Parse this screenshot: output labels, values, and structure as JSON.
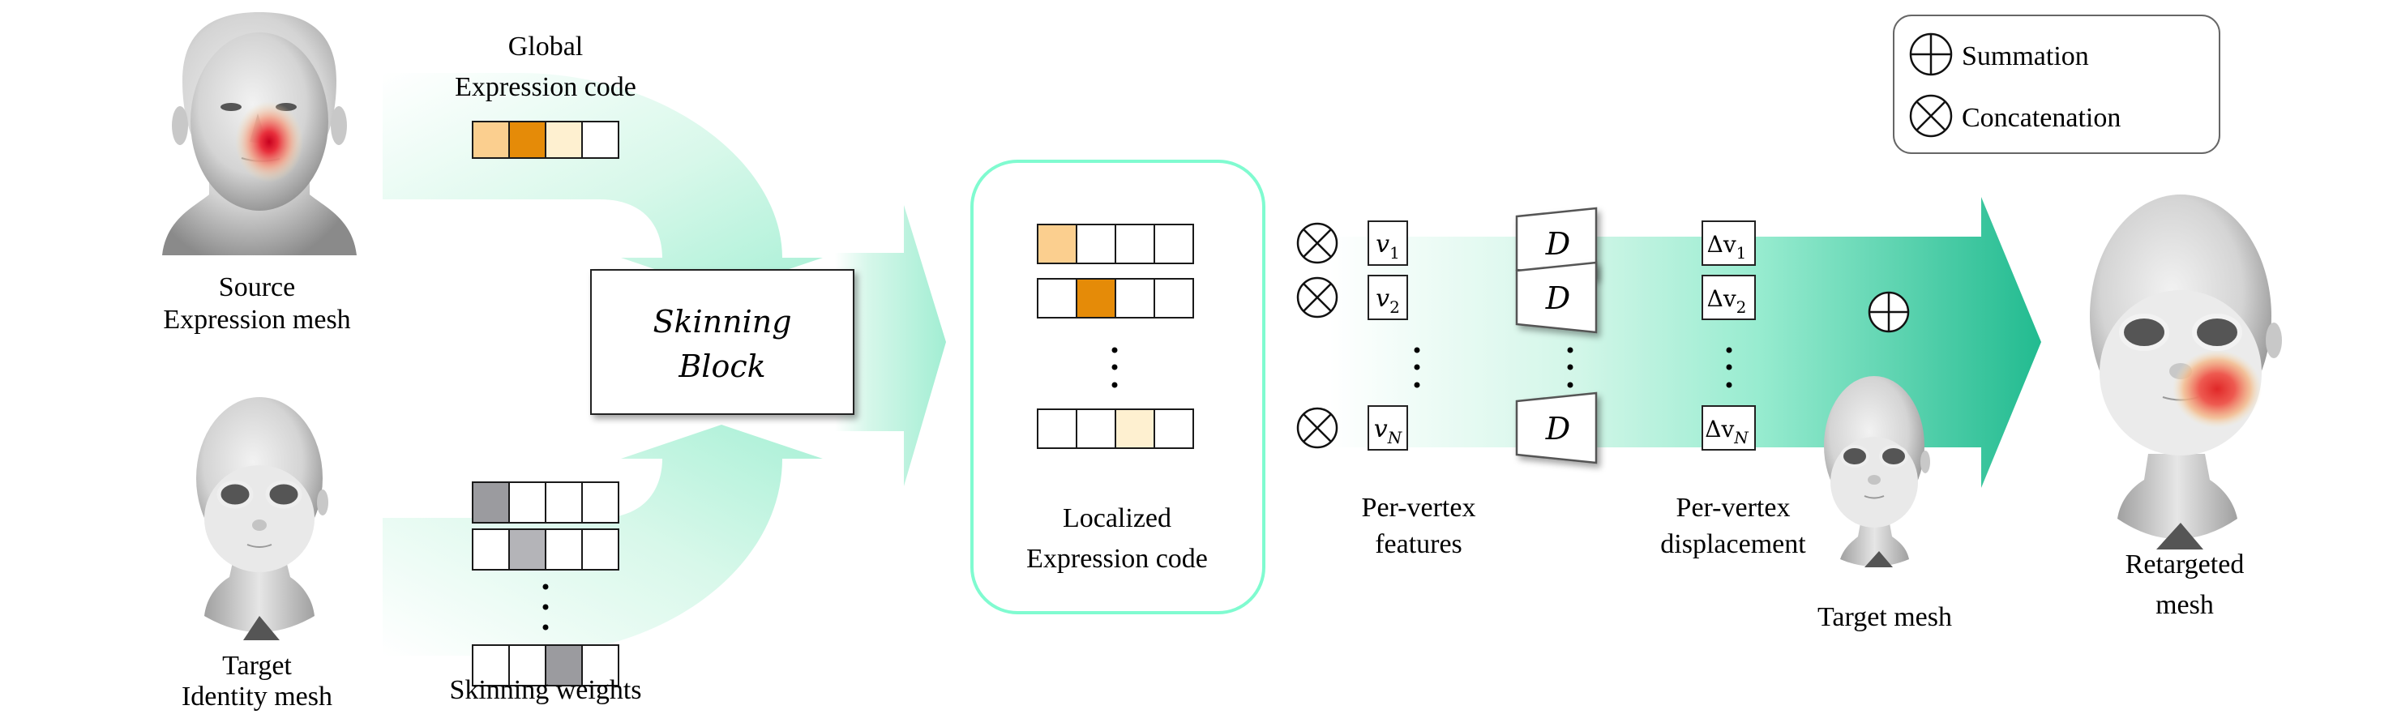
{
  "figure": {
    "source_mesh": {
      "label_line1": "Source",
      "label_line2": "Expression mesh",
      "heat_color": "#e0203a"
    },
    "target_identity_mesh": {
      "label_line1": "Target",
      "label_line2": "Identity mesh"
    },
    "global_code": {
      "label_line1": "Global",
      "label_line2": "Expression code",
      "cells": [
        "#fbcf8f",
        "#e58b08",
        "#fef0d0",
        "#ffffff"
      ]
    },
    "skinning_weights": {
      "label": "Skinning weights",
      "rows": [
        [
          "#9b9b9f",
          "#ffffff",
          "#ffffff",
          "#ffffff"
        ],
        [
          "#ffffff",
          "#b4b4b8",
          "#ffffff",
          "#ffffff"
        ],
        [
          "#ffffff",
          "#ffffff",
          "#9b9b9f",
          "#ffffff"
        ]
      ],
      "ellipsis": "⋮"
    },
    "skinning_block": {
      "line1": "Skinning",
      "line2": "Block"
    },
    "localized_code": {
      "label_line1": "Localized",
      "label_line2": "Expression code",
      "border_color": "#80fbd0",
      "rows": [
        [
          "#fbcf8f",
          "#ffffff",
          "#ffffff",
          "#ffffff"
        ],
        [
          "#ffffff",
          "#e58b08",
          "#ffffff",
          "#ffffff"
        ],
        [
          "#ffffff",
          "#ffffff",
          "#fef0d0",
          "#ffffff"
        ]
      ]
    },
    "per_vertex_features": {
      "label_line1": "Per-vertex",
      "label_line2": "features",
      "items": [
        {
          "base": "v",
          "sub": "1"
        },
        {
          "base": "v",
          "sub": "2"
        },
        {
          "base": "v",
          "sub": "N"
        }
      ]
    },
    "decoder": {
      "symbol": "D",
      "count": 3
    },
    "per_vertex_displacement": {
      "label_line1": "Per-vertex",
      "label_line2": "displacement",
      "items": [
        {
          "base": "Δv",
          "sub": "1"
        },
        {
          "base": "Δv",
          "sub": "2"
        },
        {
          "base": "Δv",
          "sub": "N"
        }
      ]
    },
    "target_mesh": {
      "label": "Target mesh"
    },
    "retargeted_mesh": {
      "label_line1": "Retargeted",
      "label_line2": "mesh"
    },
    "legend": {
      "items": [
        {
          "icon": "summation-icon",
          "label": "Summation"
        },
        {
          "icon": "concatenation-icon",
          "label": "Concatenation"
        }
      ]
    },
    "colors": {
      "arrow_light": "#a8f0d6",
      "arrow_dark": "#22bb90",
      "mesh_gray": "#c8c8c8"
    }
  }
}
